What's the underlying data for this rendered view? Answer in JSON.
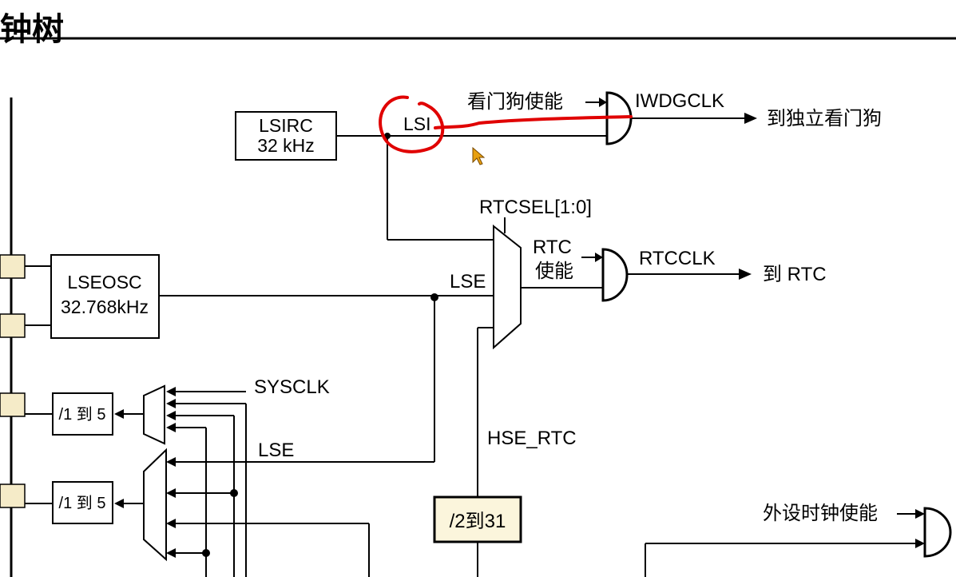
{
  "title_text": "钟树",
  "blocks": {
    "lsirc_name": "LSIRC",
    "lsirc_freq": "32 kHz",
    "lseosc_name": "LSEOSC",
    "lseosc_freq": "32.768kHz",
    "div1": "/1 到 5",
    "div2": "/1 到 5",
    "hse_div": "/2到31"
  },
  "labels": {
    "watchdog_enable": "看门狗使能",
    "lsi_partial": "LSI",
    "iwdgclk": "IWDGCLK",
    "to_watchdog": "到独立看门狗",
    "rtcsel": "RTCSEL[1:0]",
    "rtc": "RTC",
    "rtc_enable": "使能",
    "rtcclk": "RTCCLK",
    "to_rtc": "到 RTC",
    "lse_mux": "LSE",
    "sysclk": "SYSCLK",
    "lse_lower": "LSE",
    "hse_rtc": "HSE_RTC",
    "periph_enable": "外设时钟使能"
  },
  "colors": {
    "line": "#000000",
    "annotation": "#e00000",
    "pin_fill": "#f5ebc8",
    "hse_box_fill": "#fbf5dc",
    "cursor": "#e8a010"
  }
}
